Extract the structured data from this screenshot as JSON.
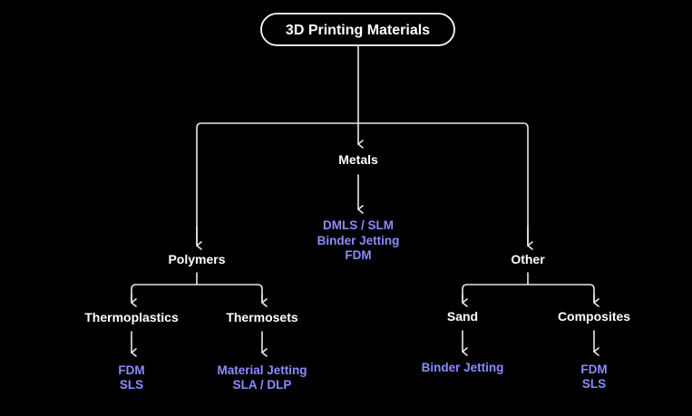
{
  "root": "3D Printing Materials",
  "colors": {
    "background": "#000000",
    "line": "#e8e8e8",
    "node_text": "#ffffff",
    "tech_text": "#8a8cff"
  },
  "metals": {
    "label": "Metals",
    "processes": [
      "DMLS / SLM",
      "Binder Jetting",
      "FDM"
    ]
  },
  "polymers": {
    "label": "Polymers",
    "thermoplastics": {
      "label": "Thermoplastics",
      "processes": [
        "FDM",
        "SLS"
      ]
    },
    "thermosets": {
      "label": "Thermosets",
      "processes": [
        "Material Jetting",
        "SLA / DLP"
      ]
    }
  },
  "other": {
    "label": "Other",
    "sand": {
      "label": "Sand",
      "processes": [
        "Binder Jetting"
      ]
    },
    "composites": {
      "label": "Composites",
      "processes": [
        "FDM",
        "SLS"
      ]
    }
  }
}
